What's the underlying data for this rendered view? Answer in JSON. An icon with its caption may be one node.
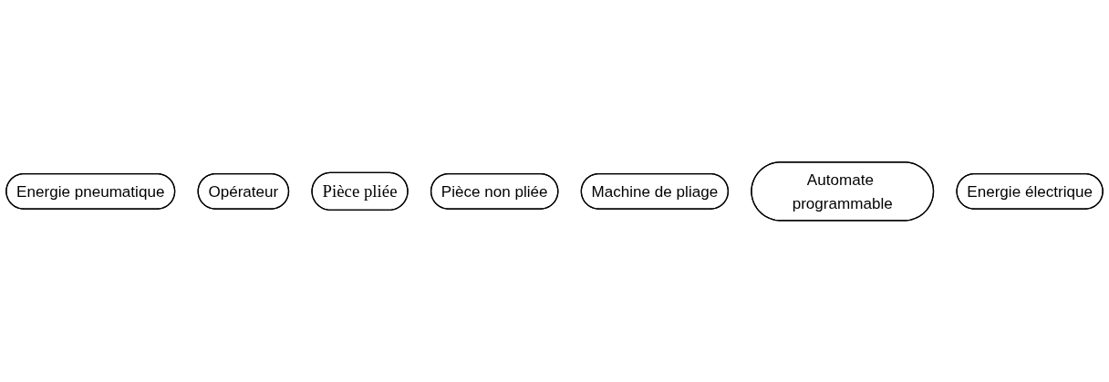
{
  "diagram": {
    "nodes": [
      {
        "text": [
          "Energie pneumatique"
        ]
      },
      {
        "text": [
          "Opérateur"
        ]
      },
      {
        "text": [
          "Pièce pliée"
        ]
      },
      {
        "text": [
          "Pièce non pliée"
        ]
      },
      {
        "text": [
          "Machine de pliage"
        ]
      },
      {
        "text": [
          "Automate programmable"
        ]
      },
      {
        "text": [
          "Energie électrique"
        ]
      }
    ]
  }
}
